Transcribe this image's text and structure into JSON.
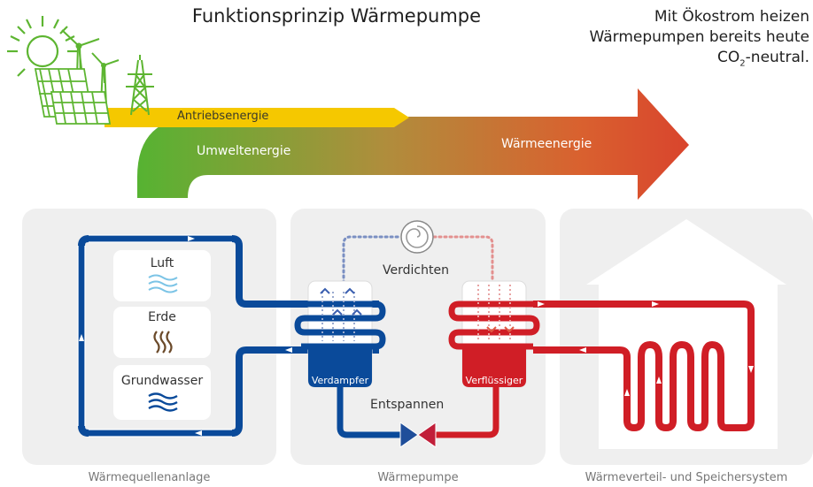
{
  "title": "Funktionsprinzip Wärmepumpe",
  "claim": {
    "line1": "Mit Ökostrom heizen",
    "line2": "Wärmepumpen bereits heute",
    "line3_prefix": "CO",
    "line3_sub": "2",
    "line3_suffix": "-neutral."
  },
  "energy_flow": {
    "drive": "Antriebsenergie",
    "environment": "Umweltenergie",
    "heat": "Wärmeenergie"
  },
  "sources": {
    "air": "Luft",
    "earth": "Erde",
    "groundwater": "Grundwasser"
  },
  "heat_pump": {
    "compress": "Verdichten",
    "expand": "Entspannen",
    "evaporator": "Verdampfer",
    "condenser": "Verflüssiger"
  },
  "panels": {
    "source_system": "Wärmequellenanlage",
    "heat_pump": "Wärmepumpe",
    "distribution": "Wärmeverteil- und Speichersystem"
  },
  "colors": {
    "blue": "#0a4a9a",
    "red": "#d01e26",
    "green": "#5db531",
    "yellow": "#f5c800",
    "panel": "#efefef"
  },
  "icons": [
    "sun-icon",
    "wind-turbine-icon",
    "power-pylon-icon",
    "solar-panel-icon",
    "air-waves-icon",
    "earth-heat-icon",
    "water-waves-icon",
    "compressor-icon",
    "expansion-valve-icon",
    "house-icon"
  ]
}
